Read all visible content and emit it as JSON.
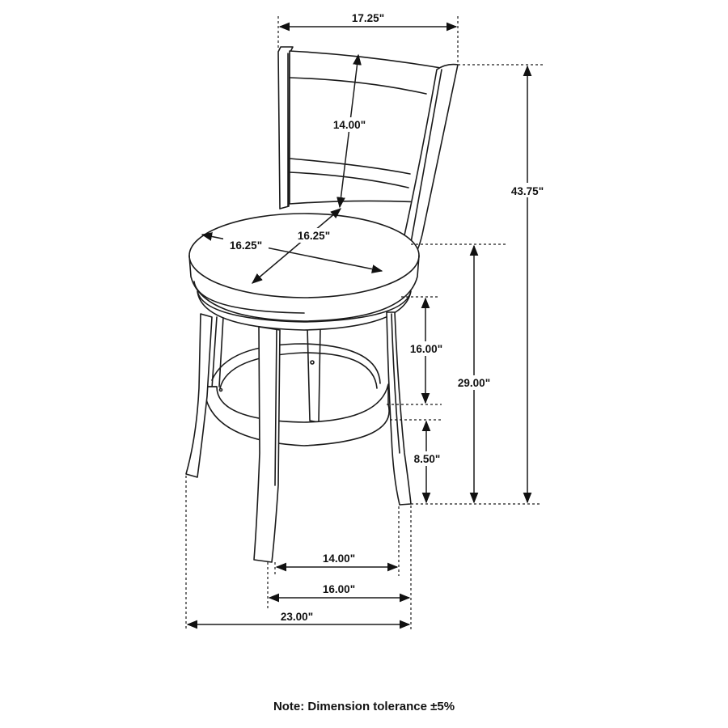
{
  "diagram": {
    "subject": "Swivel counter-height stool with curved slat back — dimension drawing",
    "units": "inches",
    "dimensions": {
      "overall_width_top": "17.25\"",
      "back_height": "14.00\"",
      "seat_width": "16.25\"",
      "seat_depth": "16.25\"",
      "overall_height": "43.75\"",
      "seat_height": "29.00\"",
      "seat_to_footrest": "16.00\"",
      "footrest_height": "8.50\"",
      "inner_leg_span": "14.00\"",
      "leg_span_front": "16.00\"",
      "overall_base_width": "23.00\""
    },
    "note": "Note: Dimension tolerance ±5%"
  },
  "colors": {
    "line": "#1a1a1a",
    "background": "#ffffff"
  }
}
